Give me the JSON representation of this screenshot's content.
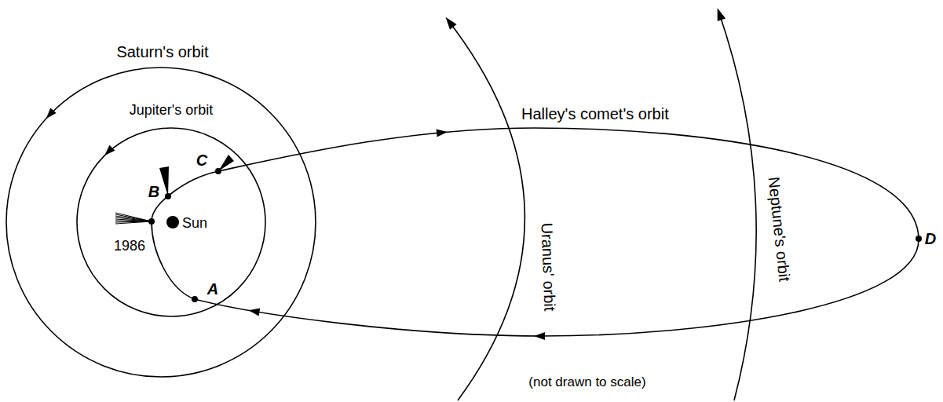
{
  "diagram": {
    "labels": [
      "Saturn's orbit",
      "Jupiter's orbit",
      "Halley's comet's orbit",
      "C",
      "B",
      "1986",
      "Sun",
      "A",
      "Uranus' orbit",
      "Neptune's orbit",
      "D",
      "(not drawn to scale)"
    ]
  }
}
